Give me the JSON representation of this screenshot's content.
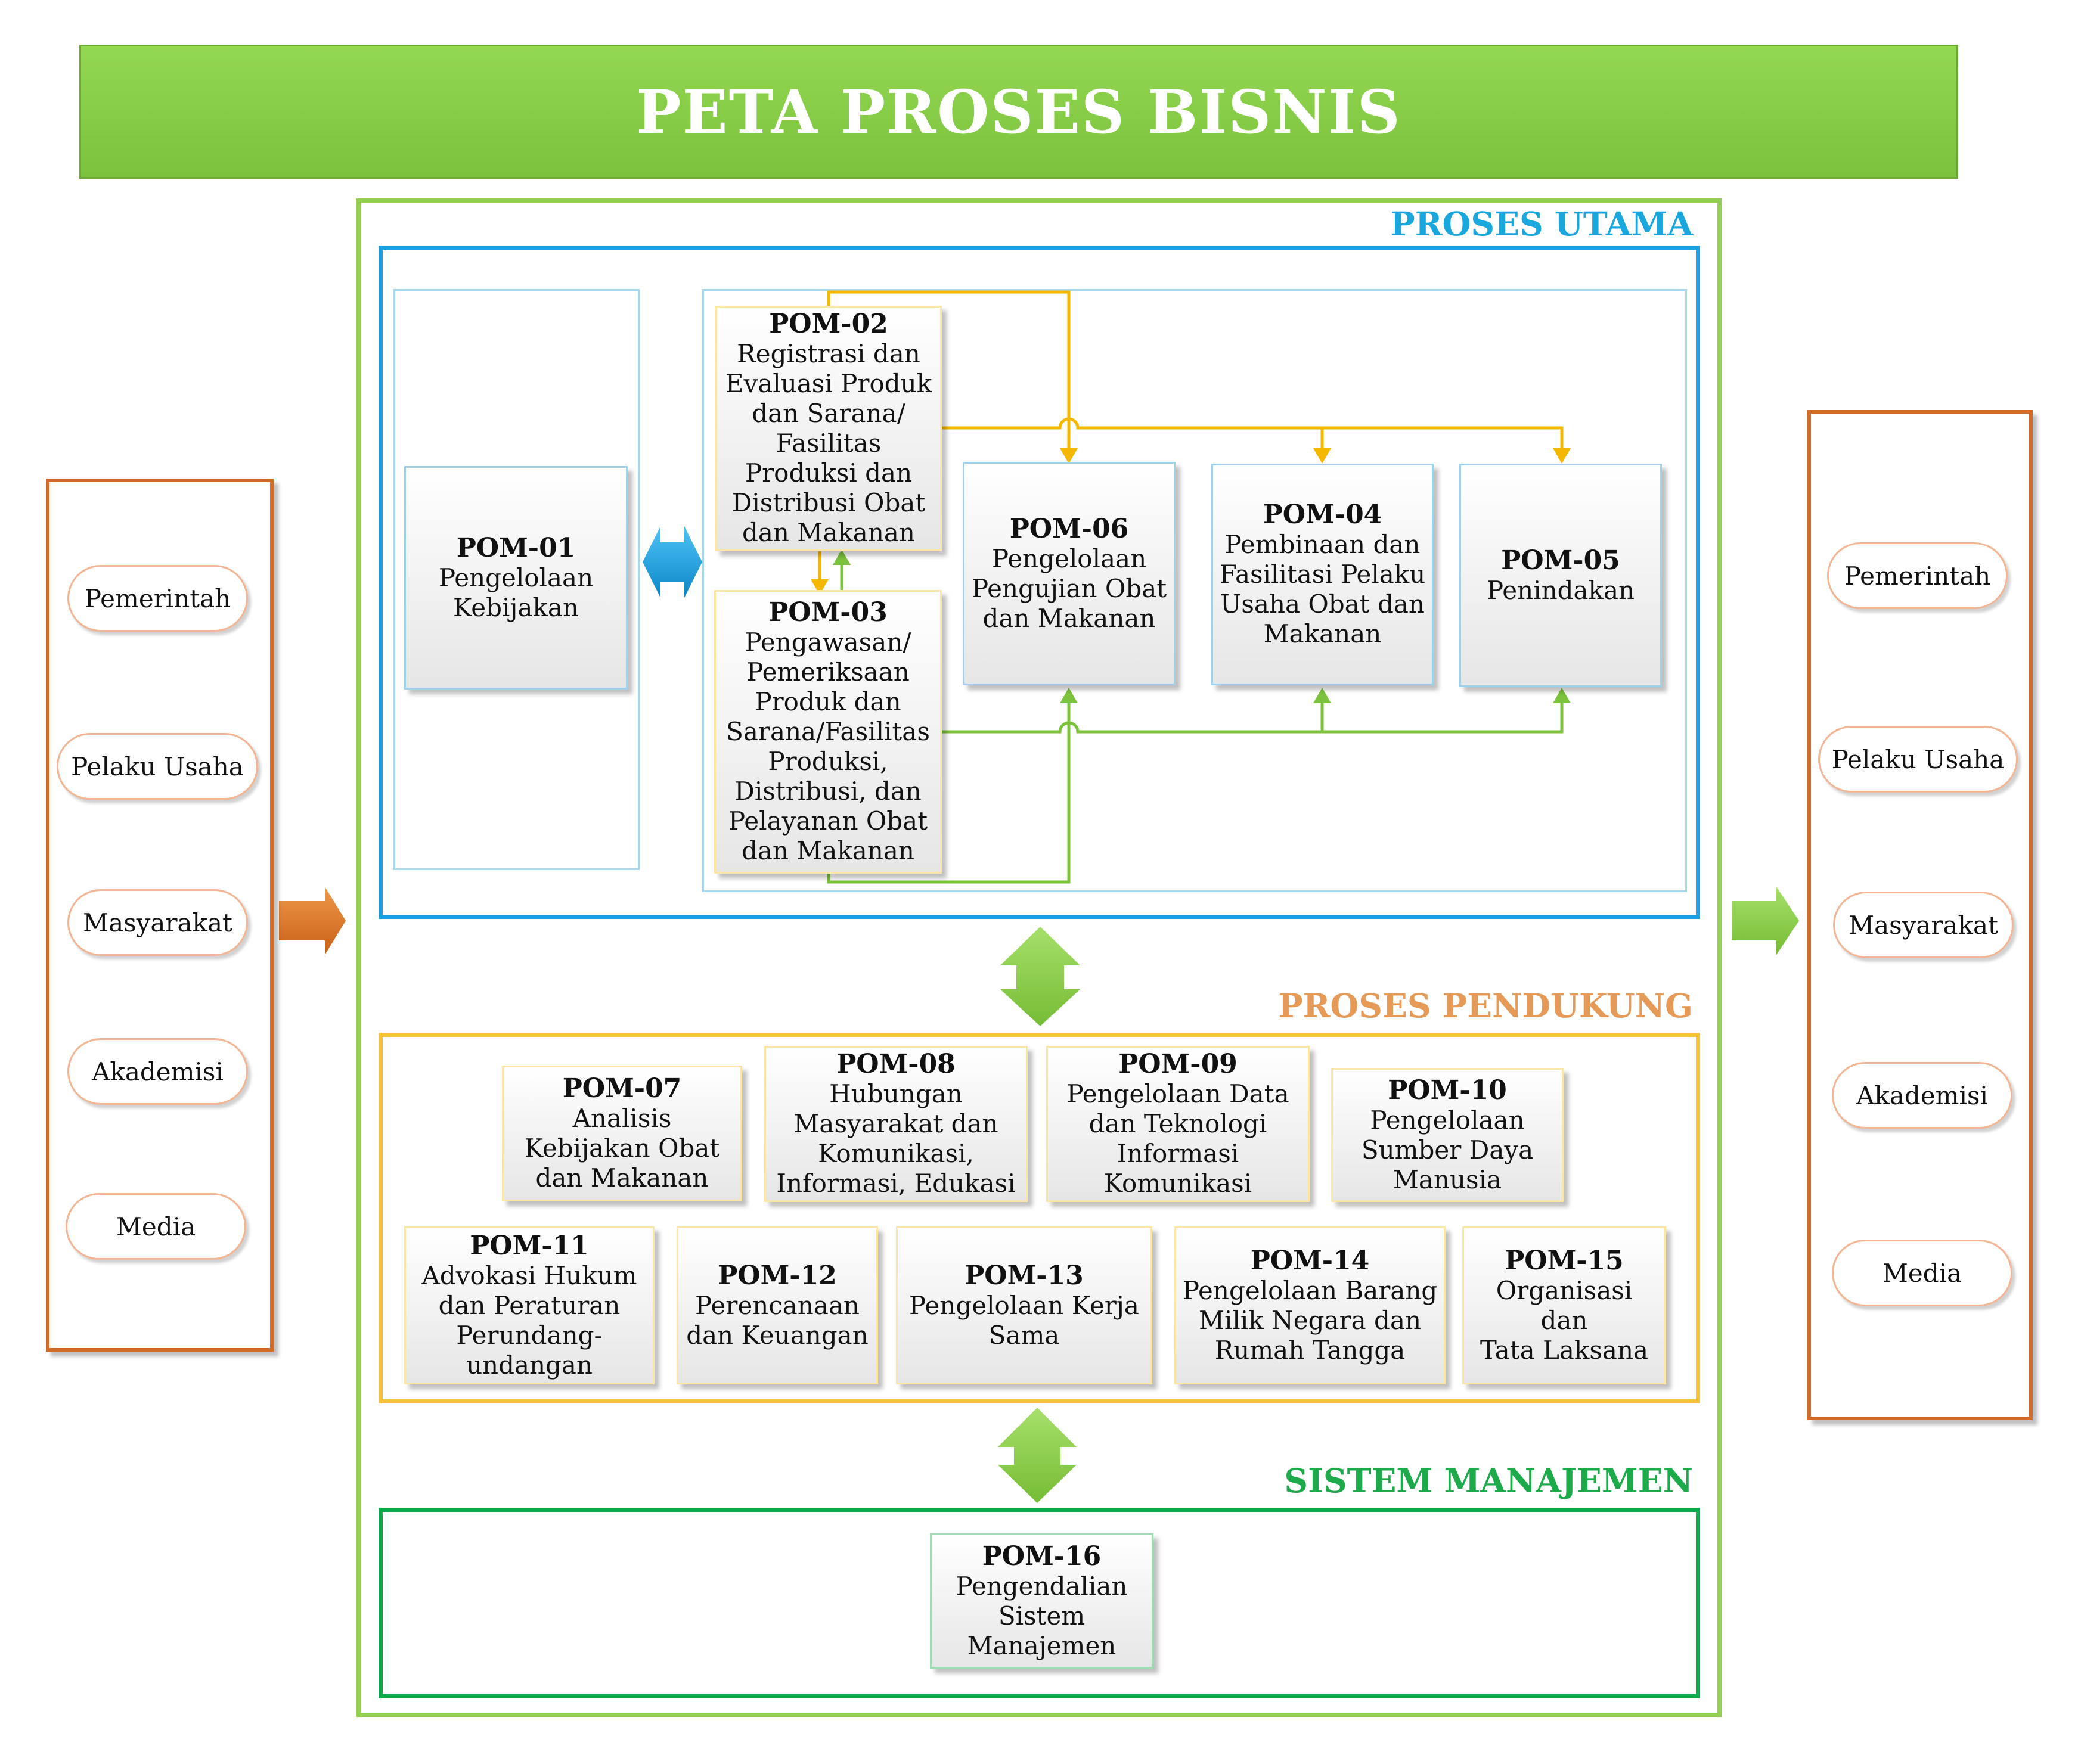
{
  "title": "PETA PROSES BISNIS",
  "sections": {
    "utama": "PROSES UTAMA",
    "pendukung": "PROSES PENDUKUNG",
    "sistem": "SISTEM MANAJEMEN"
  },
  "stakeholders_in": [
    "Pemerintah",
    "Pelaku Usaha",
    "Masyarakat",
    "Akademisi",
    "Media"
  ],
  "stakeholders_out": [
    "Pemerintah",
    "Pelaku Usaha",
    "Masyarakat",
    "Akademisi",
    "Media"
  ],
  "nodes": {
    "pom01": {
      "code": "POM-01",
      "desc": "Pengelolaan\nKebijakan"
    },
    "pom02": {
      "code": "POM-02",
      "desc": "Registrasi dan\nEvaluasi Produk\ndan Sarana/\nFasilitas\nProduksi dan\nDistribusi Obat\ndan Makanan"
    },
    "pom03": {
      "code": "POM-03",
      "desc": "Pengawasan/\nPemeriksaan\nProduk dan\nSarana/Fasilitas\nProduksi,\nDistribusi, dan\nPelayanan Obat\ndan Makanan"
    },
    "pom04": {
      "code": "POM-04",
      "desc": "Pembinaan dan\nFasilitasi Pelaku\nUsaha Obat dan\nMakanan"
    },
    "pom05": {
      "code": "POM-05",
      "desc": "Penindakan"
    },
    "pom06": {
      "code": "POM-06",
      "desc": "Pengelolaan\nPengujian Obat\ndan Makanan"
    },
    "pom07": {
      "code": "POM-07",
      "desc": "Analisis\nKebijakan Obat\ndan Makanan"
    },
    "pom08": {
      "code": "POM-08",
      "desc": "Hubungan\nMasyarakat dan\nKomunikasi,\nInformasi, Edukasi"
    },
    "pom09": {
      "code": "POM-09",
      "desc": "Pengelolaan Data\ndan Teknologi\nInformasi\nKomunikasi"
    },
    "pom10": {
      "code": "POM-10",
      "desc": "Pengelolaan\nSumber Daya\nManusia"
    },
    "pom11": {
      "code": "POM-11",
      "desc": "Advokasi Hukum\ndan Peraturan\nPerundang-\nundangan"
    },
    "pom12": {
      "code": "POM-12",
      "desc": "Perencanaan\ndan Keuangan"
    },
    "pom13": {
      "code": "POM-13",
      "desc": "Pengelolaan Kerja\nSama"
    },
    "pom14": {
      "code": "POM-14",
      "desc": "Pengelolaan Barang\nMilik Negara dan\nRumah Tangga"
    },
    "pom15": {
      "code": "POM-15",
      "desc": "Organisasi dan\nTata Laksana"
    },
    "pom16": {
      "code": "POM-16",
      "desc": "Pengendalian\nSistem\nManajemen"
    }
  },
  "colors": {
    "title_green": "#7cc23c",
    "outer_green": "#92d050",
    "utama_blue": "#1ba1e2",
    "pendukung_yellow": "#f5c239",
    "sistem_green": "#0aaa4d",
    "panel_orange": "#d36b28",
    "connector_yellow": "#f5b800",
    "connector_green": "#7cc23c"
  }
}
